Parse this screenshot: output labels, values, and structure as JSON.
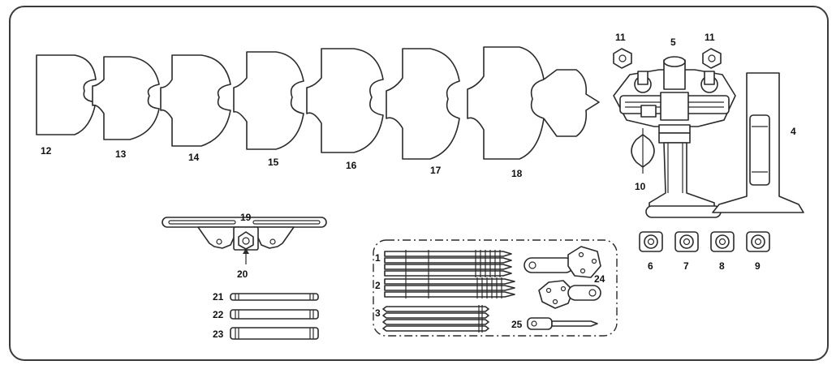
{
  "labels": {
    "p1": "1",
    "p2": "2",
    "p3": "3",
    "p4": "4",
    "p5": "5",
    "p6": "6",
    "p7": "7",
    "p8": "8",
    "p9": "9",
    "p10": "10",
    "p11a": "11",
    "p11b": "11",
    "p12": "12",
    "p13": "13",
    "p14": "14",
    "p15": "15",
    "p16": "16",
    "p17": "17",
    "p18": "18",
    "p19": "19",
    "p20": "20",
    "p21": "21",
    "p22": "22",
    "p23": "23",
    "p24": "24",
    "p25": "25"
  }
}
